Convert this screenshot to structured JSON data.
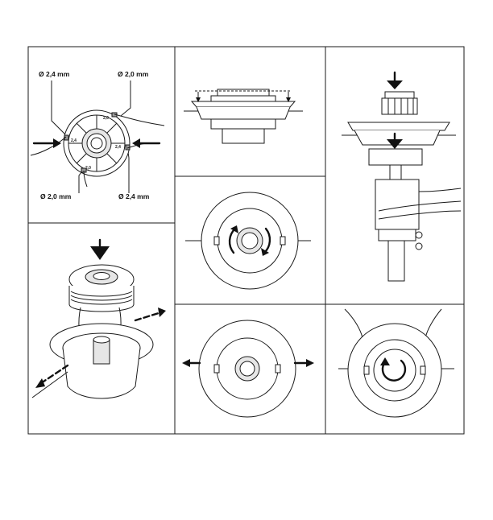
{
  "labels": {
    "top_left": "Ø 2,4 mm",
    "top_right": "Ø 2,0 mm",
    "bottom_left": "Ø 2,0 mm",
    "bottom_right": "Ø 2,4 mm"
  },
  "spool_marks": {
    "mark_top": "2,0",
    "mark_left": "2,4",
    "mark_bottom": "2,0",
    "mark_right": "2,4"
  },
  "colors": {
    "line": "#1a1a1a",
    "fill": "#ffffff",
    "shade": "#e6e6e6",
    "arrow": "#111111"
  }
}
